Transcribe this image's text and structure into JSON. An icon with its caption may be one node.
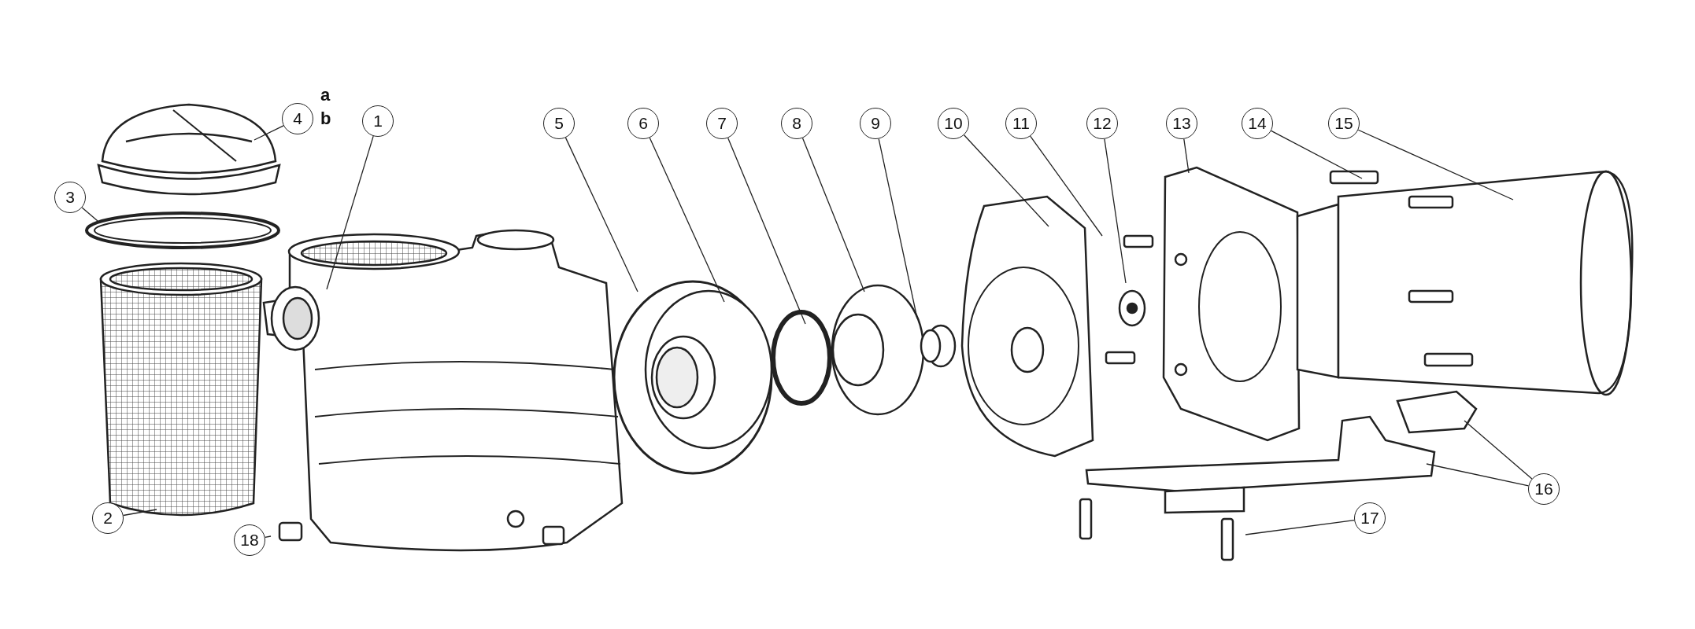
{
  "diagram": {
    "nodes": [
      {
        "text": [
          "1"
        ]
      },
      {
        "text": [
          "2"
        ]
      },
      {
        "text": [
          "3"
        ]
      },
      {
        "text": [
          "4"
        ]
      },
      {
        "text": [
          "5"
        ]
      },
      {
        "text": [
          "6"
        ]
      },
      {
        "text": [
          "7"
        ]
      },
      {
        "text": [
          "8"
        ]
      },
      {
        "text": [
          "9"
        ]
      },
      {
        "text": [
          "10"
        ]
      },
      {
        "text": [
          "11"
        ]
      },
      {
        "text": [
          "12"
        ]
      },
      {
        "text": [
          "13"
        ]
      },
      {
        "text": [
          "14"
        ]
      },
      {
        "text": [
          "15"
        ]
      },
      {
        "text": [
          "16"
        ]
      },
      {
        "text": [
          "17"
        ]
      },
      {
        "text": [
          "18"
        ]
      }
    ],
    "edges": [
      {
        "from": 0,
        "to": null,
        "arrow": "none"
      },
      {
        "from": 1,
        "to": null,
        "arrow": "none"
      },
      {
        "from": 2,
        "to": null,
        "arrow": "none"
      },
      {
        "from": 3,
        "to": null,
        "arrow": "none"
      },
      {
        "from": 4,
        "to": null,
        "arrow": "none"
      },
      {
        "from": 5,
        "to": null,
        "arrow": "none"
      },
      {
        "from": 6,
        "to": null,
        "arrow": "none"
      },
      {
        "from": 7,
        "to": null,
        "arrow": "none"
      },
      {
        "from": 8,
        "to": null,
        "arrow": "none"
      },
      {
        "from": 9,
        "to": null,
        "arrow": "none"
      },
      {
        "from": 10,
        "to": null,
        "arrow": "none"
      },
      {
        "from": 11,
        "to": null,
        "arrow": "none"
      },
      {
        "from": 12,
        "to": null,
        "arrow": "none"
      },
      {
        "from": 13,
        "to": null,
        "arrow": "none"
      },
      {
        "from": 14,
        "to": null,
        "arrow": "none"
      },
      {
        "from": 15,
        "to": null,
        "arrow": "none"
      },
      {
        "from": 15,
        "to": null,
        "arrow": "none"
      },
      {
        "from": 16,
        "to": null,
        "arrow": "none"
      },
      {
        "from": 17,
        "to": null,
        "arrow": "none"
      }
    ],
    "labels": [
      "a",
      "b"
    ]
  }
}
